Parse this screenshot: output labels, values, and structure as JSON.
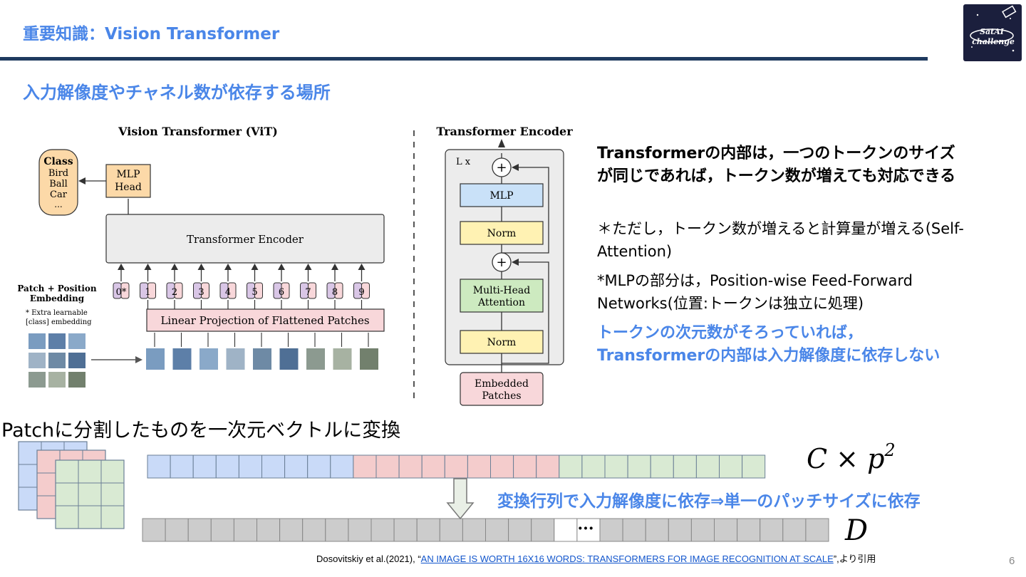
{
  "header": {
    "title": "重要知識：Vision Transformer",
    "logo_text": "SatAI Challenge"
  },
  "subtitle": "入力解像度やチャネル数が依存する場所",
  "figure": {
    "vit_title": "Vision Transformer (ViT)",
    "encoder_title": "Transformer Encoder",
    "class_box": {
      "title": "Class",
      "items": [
        "Bird",
        "Ball",
        "Car",
        "..."
      ]
    },
    "mlp_head": [
      "MLP",
      "Head"
    ],
    "transformer_encoder_label": "Transformer Encoder",
    "patch_position_label": [
      "Patch + Position",
      "Embedding"
    ],
    "extra_note": [
      "* Extra learnable",
      "[class] embedding"
    ],
    "tokens": [
      "0*",
      "1",
      "2",
      "3",
      "4",
      "5",
      "6",
      "7",
      "8",
      "9"
    ],
    "linear_projection": "Linear Projection of Flattened Patches",
    "lx": "L x",
    "encoder_blocks": {
      "mlp": "MLP",
      "norm": "Norm",
      "mha": [
        "Multi-Head",
        "Attention"
      ],
      "embedded": [
        "Embedded",
        "Patches"
      ],
      "plus": "+"
    },
    "colors": {
      "pink": "#f8d7da",
      "orange": "#fcd9a8",
      "blue": "#c9e1f8",
      "yellow": "#fff2b3",
      "green": "#cdeac0",
      "gray": "#ececec"
    }
  },
  "notes": {
    "note1": "Transformerの内部は，一つのトークンのサイズが同じであれば，トークン数が増えても対応できる",
    "note2": "＊ただし，トークン数が増えると計算量が増える(Self-Attention)",
    "note3": "*MLPの部分は，Position-wise Feed-Forward Networks(位置:トークンは独立に処理)",
    "note4": "トークンの次元数がそろっていれば，Transformerの内部は入力解像度に依存しない"
  },
  "bottom": {
    "caption": "Patchに分割したものを一次元ベクトルに変換",
    "transform_note": "変換行列で入力解像度に依存⇒単一のパッチサイズに依存",
    "formula_c": "C × p",
    "formula_exp": "2",
    "formula_d": "D",
    "ellipsis": "···",
    "colors": {
      "blue_cell": "#c9daf8",
      "red_cell": "#f4cccc",
      "green_cell": "#d9ead3",
      "gray_cell": "#cccccc"
    }
  },
  "citation": {
    "prefix": "Dosovitskiy et al.(2021), “",
    "link_text": "AN IMAGE IS WORTH 16X16 WORDS: TRANSFORMERS FOR IMAGE RECOGNITION AT SCALE",
    "suffix": "”,より引用"
  },
  "page_number": "6"
}
